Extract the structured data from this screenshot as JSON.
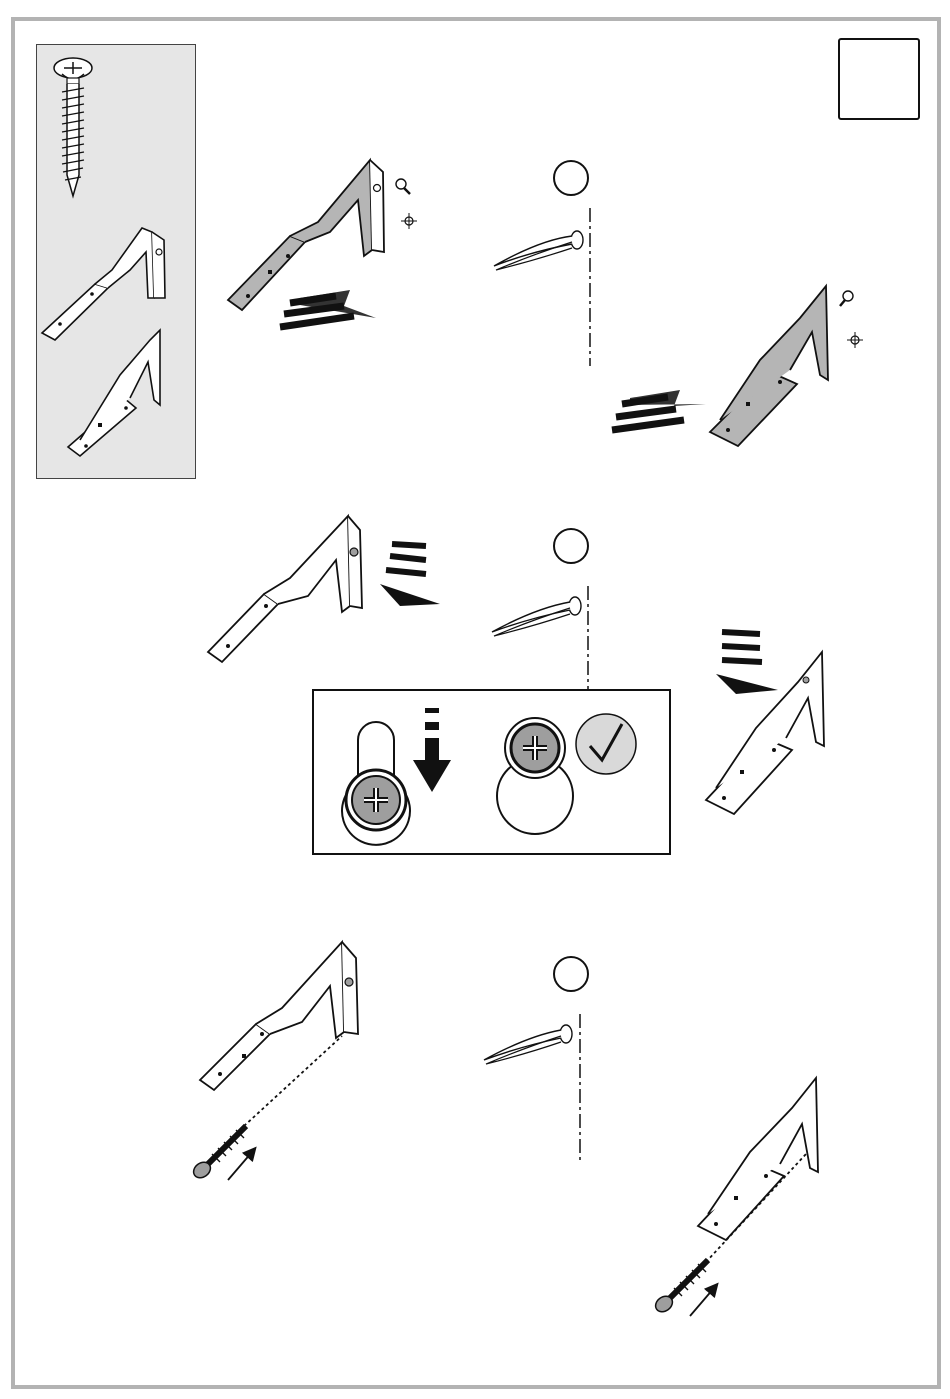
{
  "step": {
    "number": ""
  },
  "substeps": [
    {
      "id": "a",
      "label": ""
    },
    {
      "id": "b",
      "label": ""
    },
    {
      "id": "c",
      "label": ""
    }
  ],
  "parts_panel": {
    "items": [
      "screw-icon",
      "bracket-left-icon",
      "bracket-right-icon"
    ],
    "background": "#e6e6e6"
  },
  "colors": {
    "frame": "#b3b3b3",
    "line": "#111111",
    "bracket_fill": "#b5b5b5",
    "screw_head_fill": "#9e9e9e",
    "check_badge": "#d9d9d9"
  }
}
